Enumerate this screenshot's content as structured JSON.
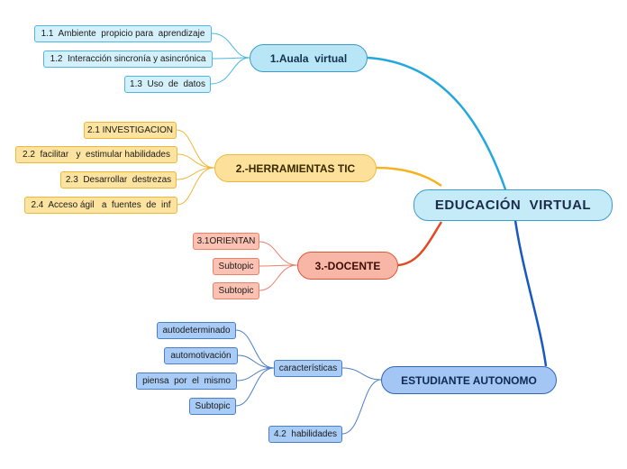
{
  "center": {
    "label": "EDUCACIÓN  VIRTUAL"
  },
  "branches": [
    {
      "label": "1.Auala  virtual",
      "color": "#22a7e0",
      "children": [
        "1.1  Ambiente  propicio para  aprendizaje",
        "1.2  Interacción sincronía y asincrónica",
        "1.3  Uso  de  datos"
      ]
    },
    {
      "label": "2.-HERRAMIENTAS TIC",
      "color": "#f5b21c",
      "children": [
        "2.1 INVESTIGACION",
        "2.2  facilitar   y  estimular habilidades",
        "2.3  Desarrollar  destrezas",
        "2.4  Acceso ágil   a  fuentes  de  inf"
      ]
    },
    {
      "label": "3.-DOCENTE",
      "color": "#e34a22",
      "children": [
        "3.1ORIENTAN",
        "Subtopic",
        "Subtopic"
      ]
    },
    {
      "label": "ESTUDIANTE AUTONOMO",
      "color": "#1758c4",
      "children": [
        {
          "label": "características",
          "children": [
            "autodeterminado",
            "automotivación",
            "piensa  por  el  mismo",
            "Subtopic"
          ]
        },
        {
          "label": "4.2  habilidades"
        }
      ]
    }
  ]
}
